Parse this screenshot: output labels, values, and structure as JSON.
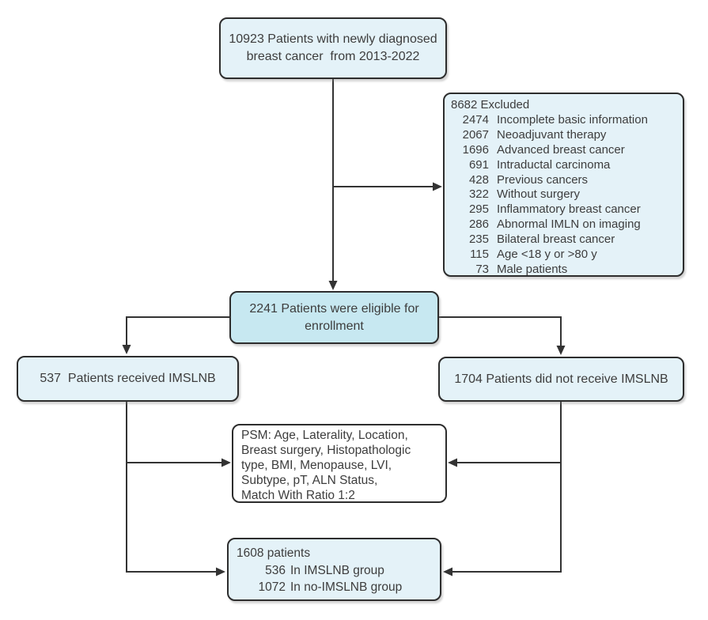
{
  "colors": {
    "box_fill_light": "#e4f2f8",
    "box_fill_accent": "#c7e8f1",
    "box_fill_white": "#ffffff",
    "border": "#2d2d2d",
    "text": "#3d3d3d",
    "line": "#333333"
  },
  "boxes": {
    "initial": {
      "text": "10923 Patients with newly diagnosed\nbreast cancer  from 2013-2022"
    },
    "excluded": {
      "header": "8682 Excluded",
      "items": [
        {
          "count": "2474",
          "label": "Incomplete basic information"
        },
        {
          "count": "2067",
          "label": "Neoadjuvant therapy"
        },
        {
          "count": "1696",
          "label": "Advanced breast cancer"
        },
        {
          "count": "691",
          "label": "Intraductal carcinoma"
        },
        {
          "count": "428",
          "label": "Previous cancers"
        },
        {
          "count": "322",
          "label": "Without surgery"
        },
        {
          "count": "295",
          "label": "Inflammatory breast cancer"
        },
        {
          "count": "286",
          "label": "Abnormal IMLN on imaging"
        },
        {
          "count": "235",
          "label": "Bilateral breast cancer"
        },
        {
          "count": "115",
          "label": "Age <18 y or >80 y"
        },
        {
          "count": "73",
          "label": "Male patients"
        }
      ]
    },
    "eligible": {
      "text": "2241 Patients were eligible for\nenrollment"
    },
    "imslnb": {
      "text": "537  Patients received IMSLNB"
    },
    "no_imslnb": {
      "text": "1704 Patients did not receive IMSLNB"
    },
    "psm": {
      "text": "PSM: Age, Laterality, Location,\nBreast surgery, Histopathologic\ntype, BMI, Menopause, LVI,\nSubtype, pT, ALN Status,\nMatch With Ratio 1:2"
    },
    "final": {
      "header": "1608 patients",
      "items": [
        {
          "count": "536",
          "label": "In IMSLNB group"
        },
        {
          "count": "1072",
          "label": "In no-IMSLNB group"
        }
      ]
    }
  }
}
